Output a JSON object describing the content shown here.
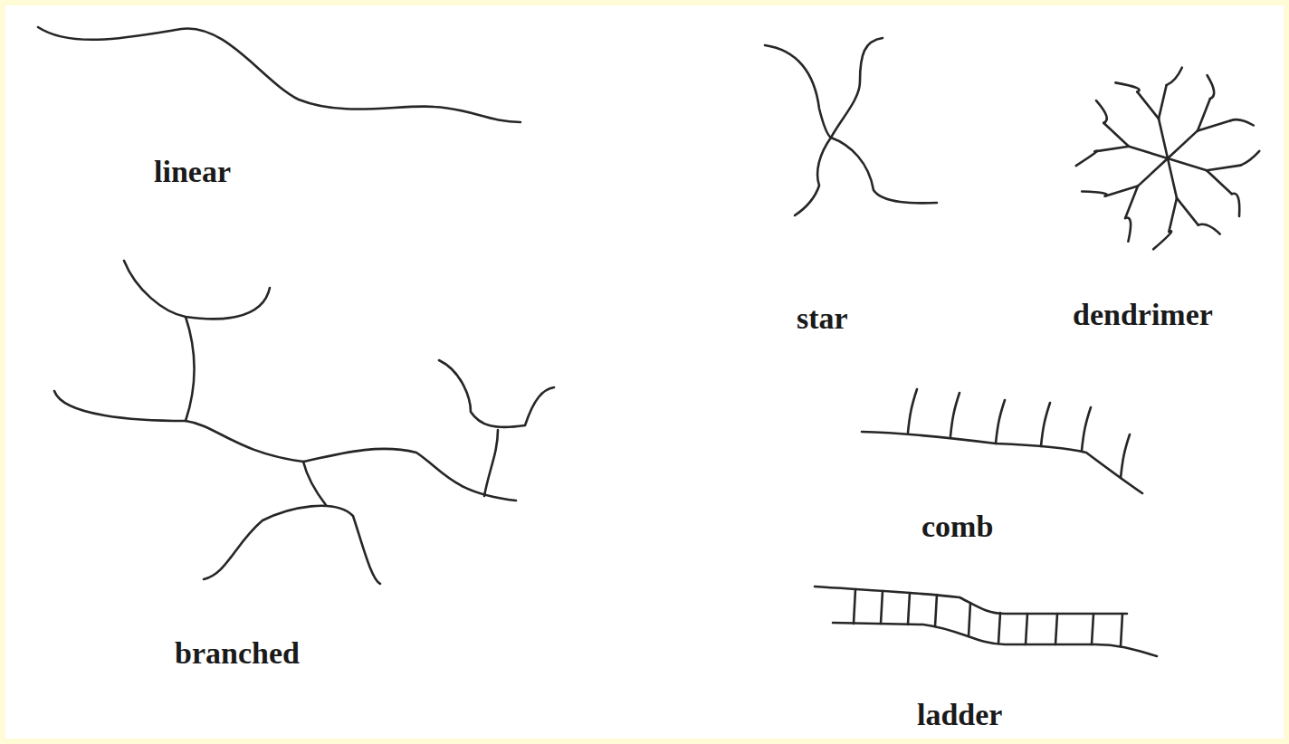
{
  "diagram": {
    "labels": [
      "linear",
      "branched",
      "star",
      "dendrimer",
      "comb",
      "ladder"
    ]
  }
}
